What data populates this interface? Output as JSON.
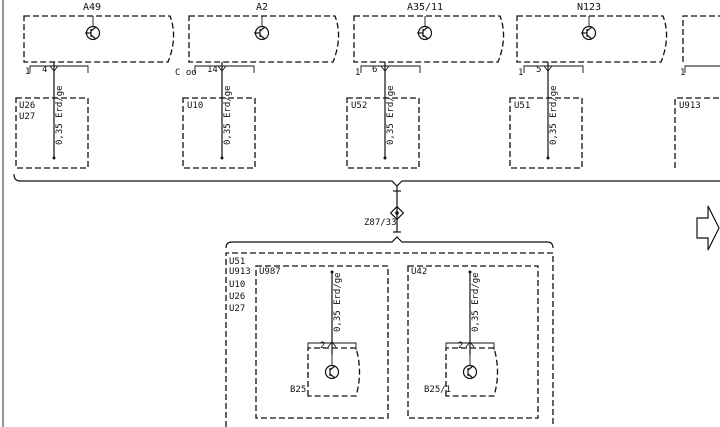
{
  "modules": [
    {
      "name": "A49",
      "pin": "4",
      "left_mark": "1",
      "ground_codes": [
        "U26",
        "U27"
      ],
      "wire": "0,35 Erd/ge"
    },
    {
      "name": "A2",
      "pin": "14",
      "left_mark": "C oo",
      "ground_codes": [
        "U10"
      ],
      "wire": "0,35 Erd/ge"
    },
    {
      "name": "A35/11",
      "pin": "6",
      "left_mark": "1",
      "ground_codes": [
        "U52"
      ],
      "wire": "0,35 Erd/ge"
    },
    {
      "name": "N123",
      "pin": "5",
      "left_mark": "1",
      "ground_codes": [
        "U51"
      ],
      "wire": "0,35 Erd/ge"
    },
    {
      "name": "",
      "pin": "",
      "left_mark": "1",
      "ground_codes": [
        "U913"
      ],
      "wire": ""
    }
  ],
  "connector": {
    "label": "Z87/33"
  },
  "bottom_group": {
    "codes": [
      "U51",
      "U913",
      "U10",
      "U26",
      "U27"
    ],
    "sensors": [
      {
        "ground_code": "U987",
        "wire": "0,35 Erd/ge",
        "pin": "2",
        "name": "B25"
      },
      {
        "ground_code": "U42",
        "wire": "0,35 Erd/ge",
        "pin": "2",
        "name": "B25/1"
      }
    ]
  },
  "colors": {
    "line": "#111111",
    "background": "#ffffff"
  }
}
